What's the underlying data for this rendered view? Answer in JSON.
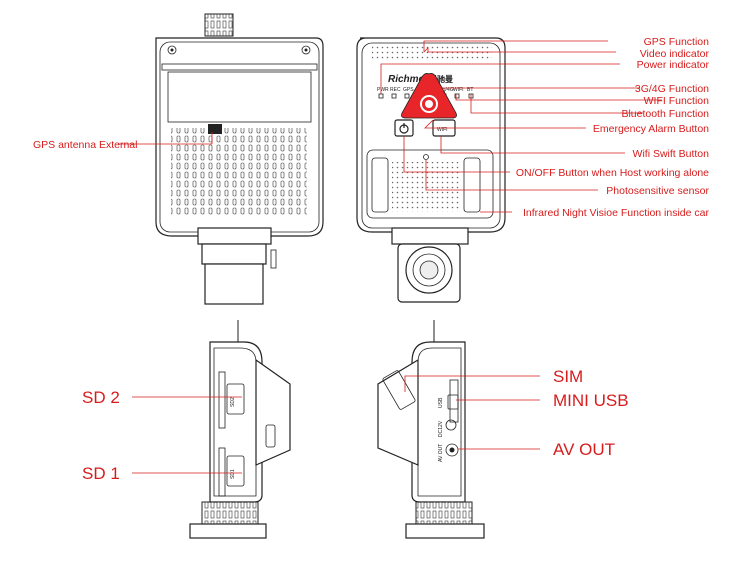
{
  "labels": {
    "gps_antenna": "GPS antenna External",
    "gps_function": "GPS Function",
    "video_indicator": "Video indicator",
    "power_indicator": "Power indicator",
    "cellular_function": "3G/4G Function",
    "wifi_function": "WIFI Function",
    "bluetooth_function": "Bluetooth Function",
    "emergency_alarm": "Emergency Alarm Button",
    "wifi_swift": "Wifi Swift Button",
    "onoff_button": "ON/OFF Button when Host working alone",
    "photosensitive": "Photosensitive sensor",
    "infrared": "Infrared Night Visioe Function inside car",
    "sd2": "SD 2",
    "sd1": "SD 1",
    "sim": "SIM",
    "mini_usb": "MINI USB",
    "av_out": "AV OUT"
  },
  "device_marks": {
    "brand": "Richmor",
    "brand_cn": "锐驰曼",
    "led_pwr": "PWR",
    "led_rec": "REC",
    "led_gps": "GPS",
    "led_3g4g": "3g/4G",
    "led_wifi": "WIFI",
    "led_bt": "BT",
    "wifi_btn": "WIFI",
    "sd2_port": "SD2",
    "sd1_port": "SD1",
    "usb_port": "USB",
    "dc_port": "DC12V",
    "av_port": "AV OUT"
  },
  "colors": {
    "accent": "#d71c1c",
    "outline": "#222222"
  }
}
